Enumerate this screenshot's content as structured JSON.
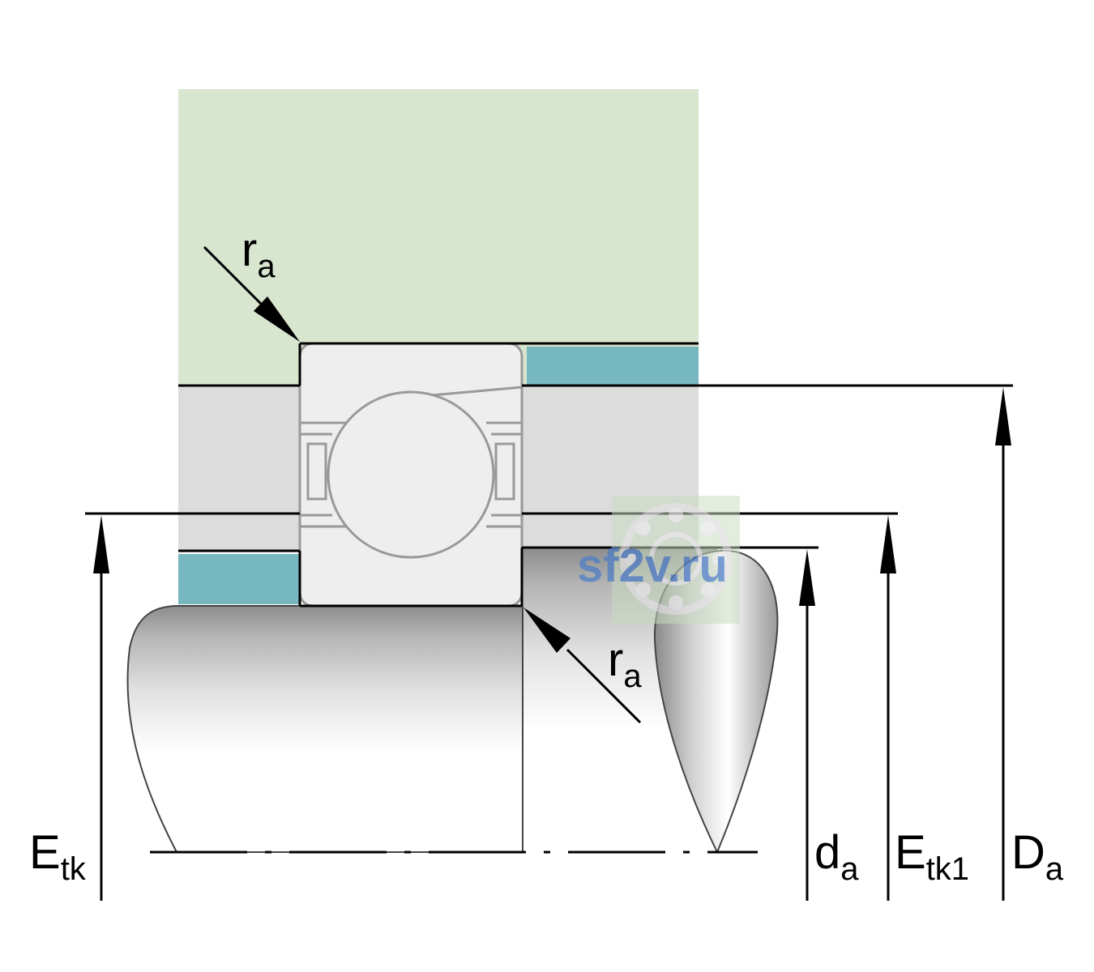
{
  "labels": {
    "ra_top": {
      "main": "r",
      "sub": "a"
    },
    "ra_bottom": {
      "main": "r",
      "sub": "a"
    },
    "etk": {
      "main": "E",
      "sub": "tk"
    },
    "da": {
      "main": "d",
      "sub": "a"
    },
    "etk1": {
      "main": "E",
      "sub": "tk1"
    },
    "Da": {
      "main": "D",
      "sub": "a"
    }
  },
  "watermark": {
    "text": "sf2v.ru"
  },
  "colors": {
    "housing": "#d9e6cf",
    "spacer": "#77b7bf",
    "gray_band": "#dcdcdc",
    "bearing_fill": "#eeeeee",
    "bearing_stroke": "#999999",
    "line": "#000000",
    "watermark_text": "#4f7fc6",
    "watermark_bg": "#c9dcc0"
  }
}
